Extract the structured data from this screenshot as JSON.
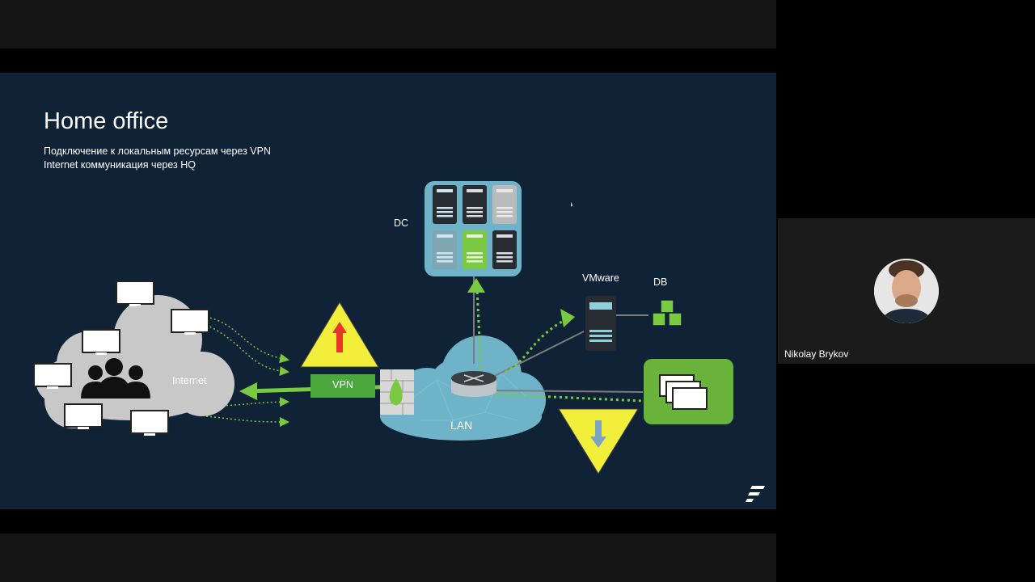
{
  "slide": {
    "title": "Home office",
    "subtitle_lines": [
      "Подключение к локальным ресурсам через VPN",
      "Internet коммуникация через HQ"
    ],
    "labels": {
      "dc": "DC",
      "vmware": "VMware",
      "db": "DB",
      "internet": "Internet",
      "vpn": "VPN",
      "lan": "LAN"
    }
  },
  "participant": {
    "name": "Nikolay Brykov"
  },
  "colors": {
    "slide_background": "#0f2236",
    "accent_green": "#7ac943",
    "vpn_green": "#4aa83c",
    "warning_yellow": "#f1ef3a",
    "lan_cloud": "#6fb3c8",
    "internet_cloud": "#c8c8c8"
  },
  "icons": [
    "upload-arrow-icon",
    "download-arrow-icon",
    "firewall-icon",
    "router-icon",
    "users-icon",
    "database-cubes-icon",
    "server-icon",
    "monitor-icon",
    "presentation-logo-icon"
  ]
}
